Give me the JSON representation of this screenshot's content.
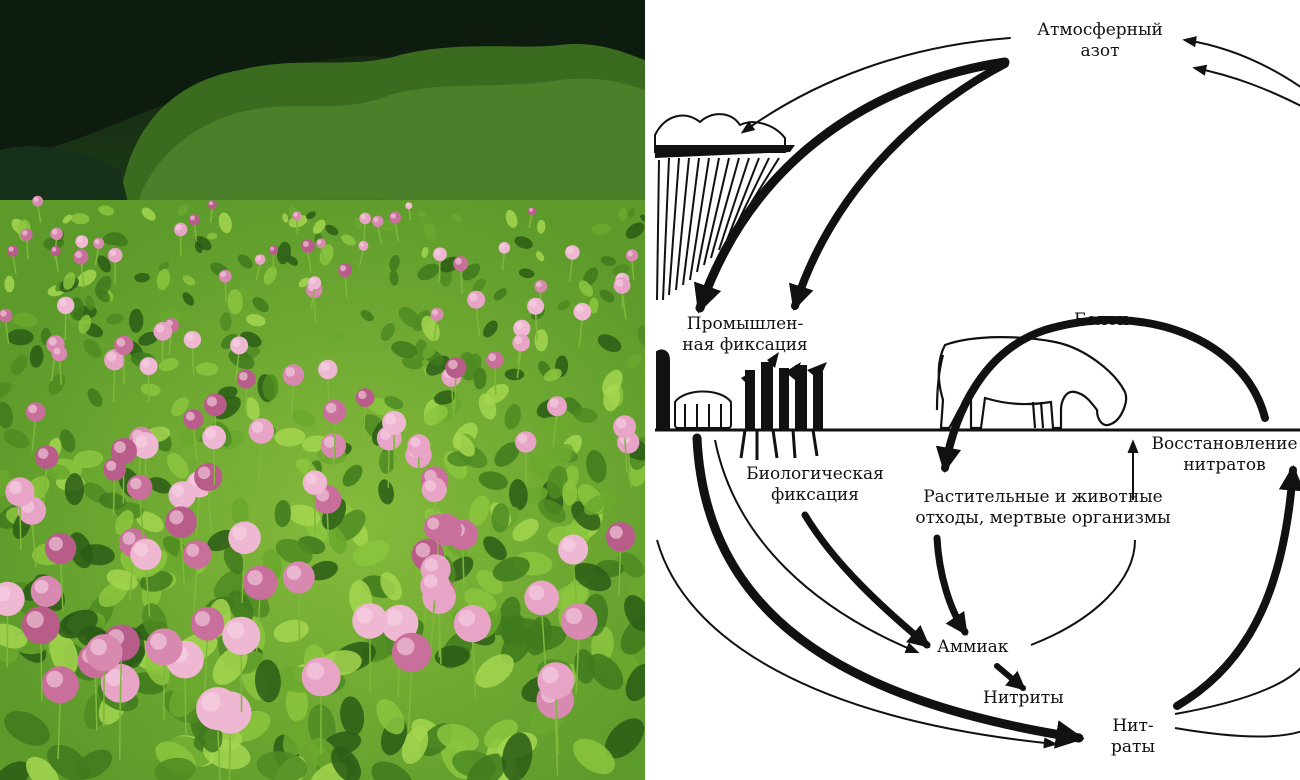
{
  "colors": {
    "ink": "#111111",
    "paper": "#ffffff",
    "foliage_dark": "#173016",
    "foliage_mid": "#2f6a1e",
    "foliage_light": "#8fc63b",
    "clover_pink": "#d889b0"
  },
  "photo": {
    "subject": "clover-field-photo"
  },
  "diagram": {
    "labels": {
      "atmospheric_1": "Атмосферный",
      "atmospheric_2": "азот",
      "industrial_1": "Промышлен-",
      "industrial_2": "ная фиксация",
      "protein": "Белок",
      "reduction_1": "Восстановление",
      "reduction_2": "нитратов",
      "biological_1": "Биологическая",
      "biological_2": "фиксация",
      "waste_1": "Растительные и животные",
      "waste_2": "отходы, мертвые организмы",
      "ammonia": "Аммиак",
      "nitrites": "Нитриты",
      "nitrates_1": "Нит-",
      "nitrates_2": "раты"
    }
  }
}
